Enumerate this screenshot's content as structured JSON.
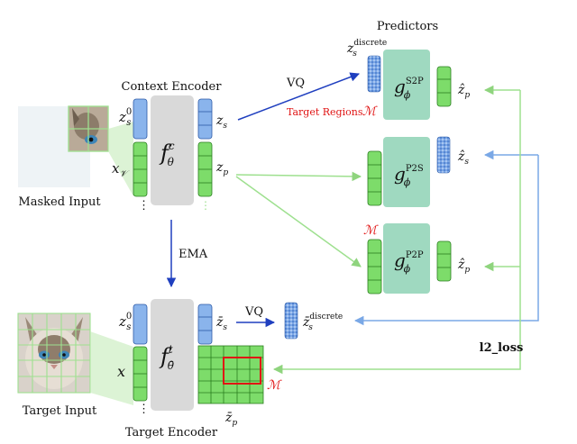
{
  "labels": {
    "predictors": "Predictors",
    "context_encoder": "Context Encoder",
    "target_encoder": "Target Encoder",
    "masked_input": "Masked Input",
    "target_input": "Target Input",
    "vq_top": "VQ",
    "vq_bottom": "VQ",
    "ema": "EMA",
    "target_regions": "Target Regions",
    "m_symbol": "ℳ",
    "l2_loss": "l2_loss",
    "dots": "⋮"
  },
  "math": {
    "z_s_discrete_sup": "discrete",
    "z_s_discrete_bottom": "discrete",
    "pred_s2p": "S2P",
    "pred_p2s": "P2S",
    "pred_p2p": "P2P"
  },
  "colors": {
    "green_block": "#7ddc6a",
    "green_stroke": "#2a7d1f",
    "blue_block": "#8ab4ec",
    "blue_stroke": "#2d5aa8",
    "encoder_gray": "#d9d9d9",
    "predictor_teal": "#9fd9c0",
    "arrow_blue": "#1f3fbf",
    "arrow_lightblue": "#7aa8e6",
    "arrow_lightgreen": "#9ee08f",
    "red": "#e01414"
  }
}
